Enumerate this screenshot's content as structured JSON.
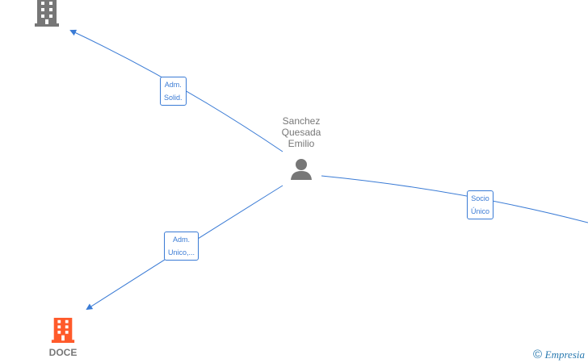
{
  "person": {
    "name_lines": [
      "Sanchez",
      "Quesada",
      "Emilio"
    ],
    "icon": "person-icon"
  },
  "companies": [
    {
      "name": "",
      "icon": "building-icon",
      "color": "#777777"
    },
    {
      "name": "DOCE",
      "icon": "building-icon",
      "color": "#ff5a2a"
    }
  ],
  "edges": [
    {
      "label_lines": [
        "Adm.",
        "Solid."
      ]
    },
    {
      "label_lines": [
        "Adm.",
        "Unico,..."
      ]
    },
    {
      "label_lines": [
        "Socio",
        "Único"
      ]
    }
  ],
  "footer": {
    "copyright": "©",
    "brand": "Empresia"
  },
  "colors": {
    "edge": "#3a7bd5",
    "node": "#777777",
    "accent": "#ff5a2a"
  }
}
